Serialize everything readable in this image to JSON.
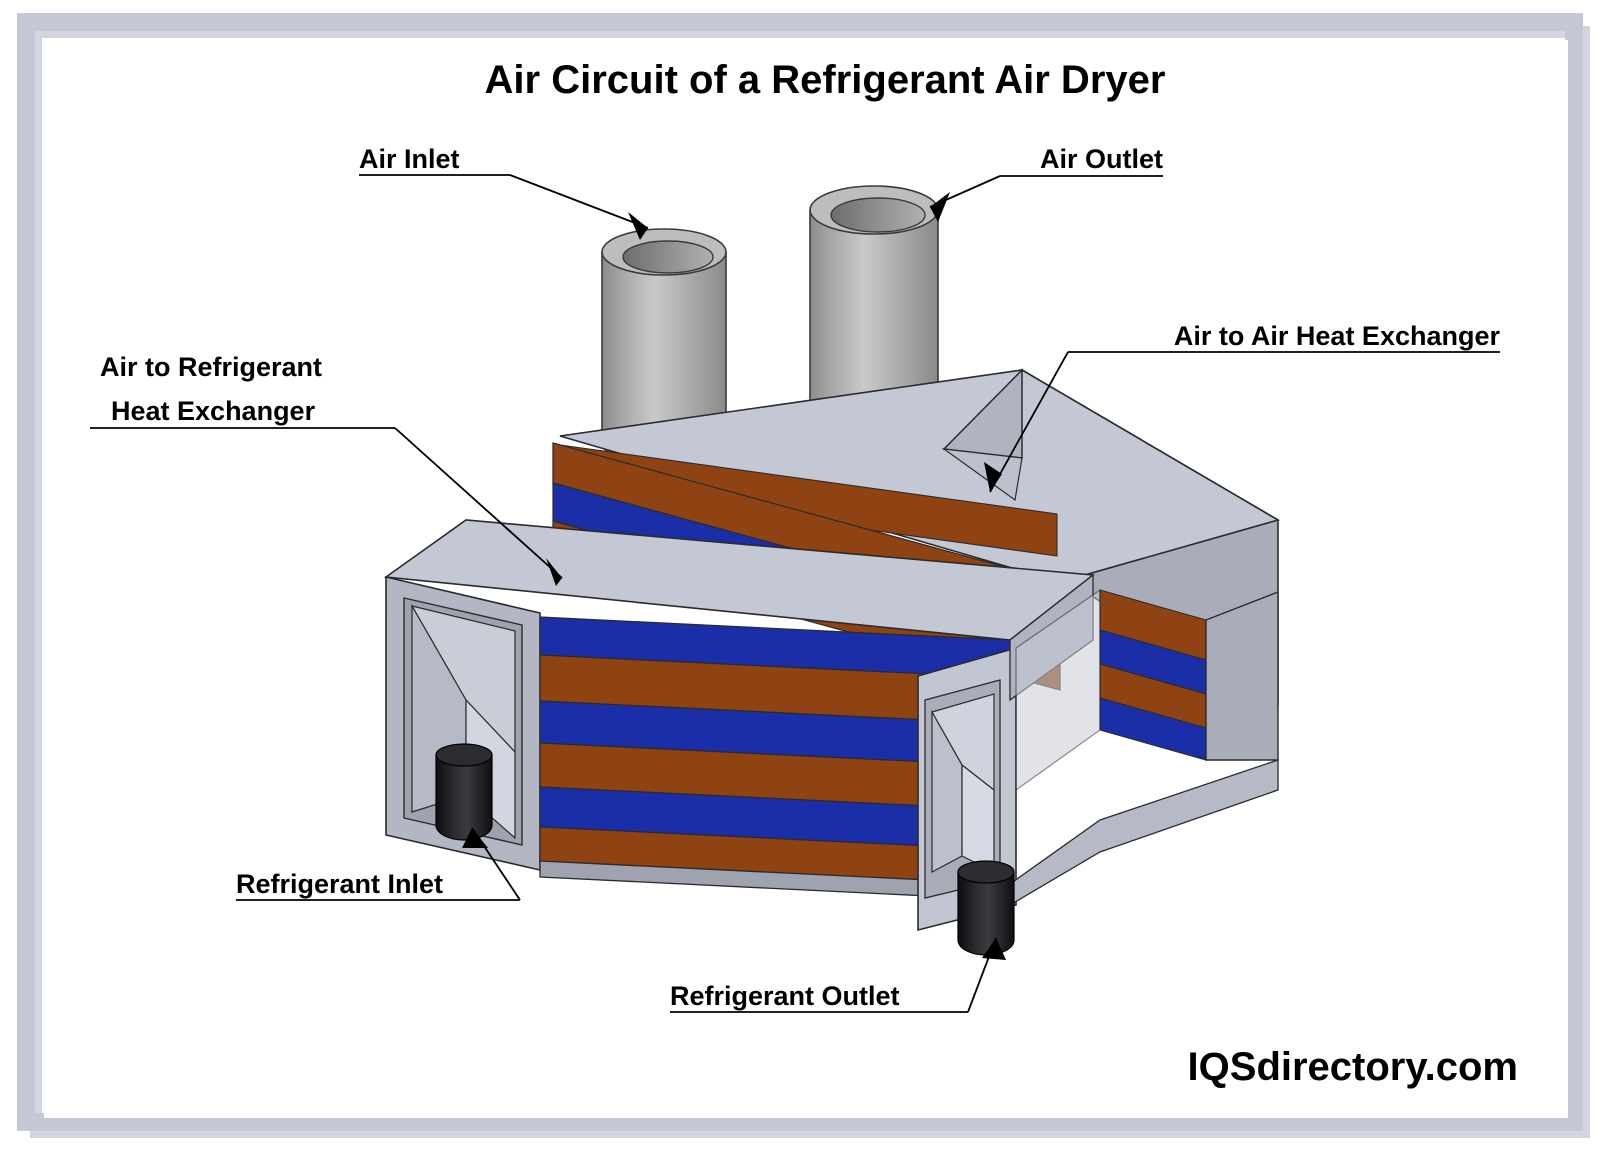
{
  "page": {
    "title": "Air Circuit of a Refrigerant Air Dryer",
    "watermark": "IQSdirectory.com",
    "background": "#ffffff",
    "frame_color": "#c3c7d6"
  },
  "colors": {
    "body_gray": "#bcc0cc",
    "body_gray_dark": "#9fa3b0",
    "body_gray_light": "#ccd0da",
    "pipe_gray": "#a8a8a8",
    "pipe_gray_light": "#c4c4c4",
    "pipe_gray_dark": "#8d8d8d",
    "bore_dark": "#6f6f6f",
    "copper": "#8f4313",
    "blue": "#1a2ea8",
    "foot_black": "#17171a",
    "outline": "#2b2b2b",
    "label_text": "#000000"
  },
  "labels": [
    {
      "id": "air-inlet",
      "text": "Air Inlet",
      "lines": [
        "Air Inlet"
      ]
    },
    {
      "id": "air-outlet",
      "text": "Air Outlet",
      "lines": [
        "Air Outlet"
      ]
    },
    {
      "id": "air-to-air",
      "text": "Air to Air Heat Exchanger",
      "lines": [
        "Air to Air Heat Exchanger"
      ]
    },
    {
      "id": "air-to-refrigerant",
      "text": "Air to Refrigerant Heat Exchanger",
      "lines": [
        "Air to Refrigerant",
        "Heat Exchanger"
      ]
    },
    {
      "id": "refrigerant-inlet",
      "text": "Refrigerant Inlet",
      "lines": [
        "Refrigerant Inlet"
      ]
    },
    {
      "id": "refrigerant-outlet",
      "text": "Refrigerant Outlet",
      "lines": [
        "Refrigerant Outlet"
      ]
    }
  ],
  "label_text": {
    "air_inlet": "Air Inlet",
    "air_outlet": "Air Outlet",
    "air_to_air": "Air to Air Heat Exchanger",
    "air_to_refrigerant_l1": "Air to Refrigerant",
    "air_to_refrigerant_l2": "Heat Exchanger",
    "refrigerant_inlet": "Refrigerant Inlet",
    "refrigerant_outlet": "Refrigerant Outlet"
  },
  "components": {
    "air_inlet_pipe": "vertical cylindrical port, left",
    "air_outlet_pipe": "vertical cylindrical port, right",
    "upper_block": "air to air heat exchanger core",
    "lower_block": "air to refrigerant heat exchanger core",
    "refrigerant_inlet_stub": "black cylindrical stub, lower left",
    "refrigerant_outlet_stub": "black cylindrical stub, lower right",
    "plate_bands": "alternating copper and blue plate layers"
  }
}
